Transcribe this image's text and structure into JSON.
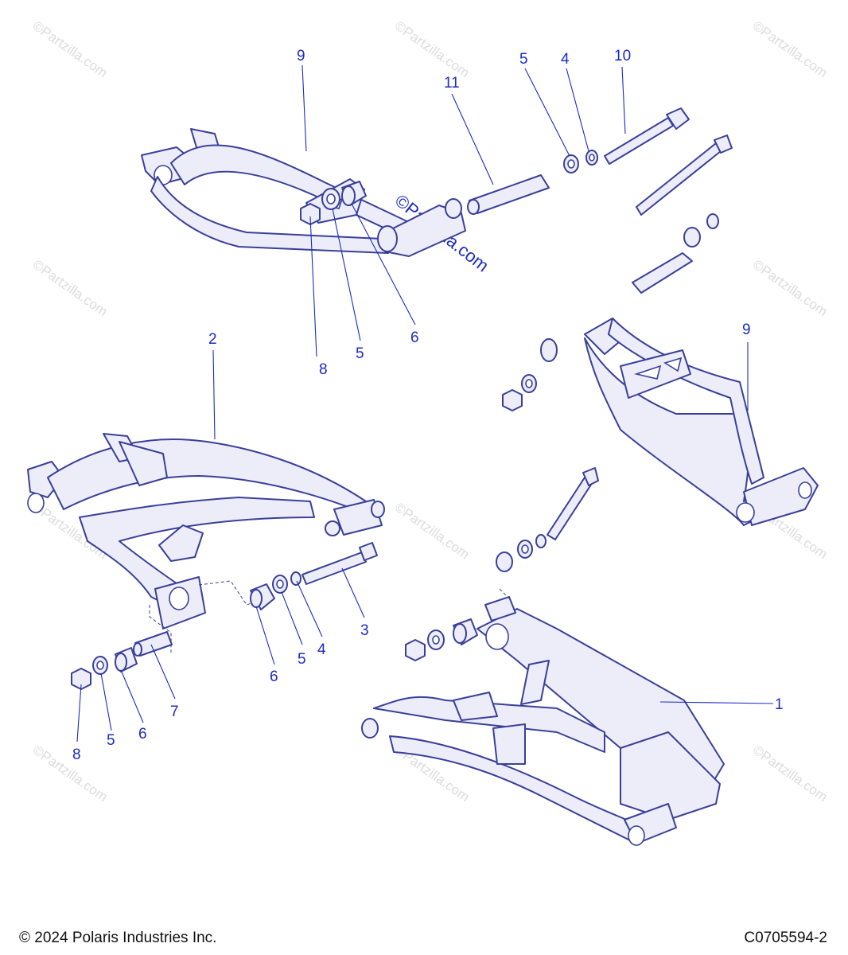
{
  "watermark": "©Partzilla.com",
  "brand_watermark": "©Partzilla.com",
  "callouts": {
    "c9a": "9",
    "c11": "11",
    "c5a": "5",
    "c4a": "4",
    "c10": "10",
    "c8a": "8",
    "c5b": "5",
    "c6a": "6",
    "c2": "2",
    "c9b": "9",
    "c3": "3",
    "c4b": "4",
    "c5c": "5",
    "c6b": "6",
    "c7": "7",
    "c6c": "6",
    "c5d": "5",
    "c8b": "8",
    "c1": "1"
  },
  "footer": {
    "copyright": "© 2024 Polaris Industries Inc.",
    "drawing_id": "C0705594-2"
  },
  "colors": {
    "callout": "#1c2bc4",
    "line_art": "#3a3f9a",
    "fill": "#ecedf8"
  }
}
